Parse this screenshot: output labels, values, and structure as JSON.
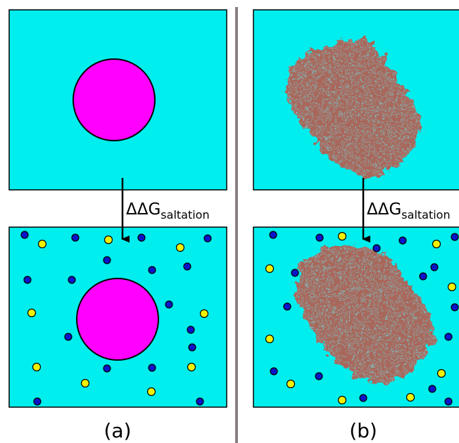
{
  "panel_a": {
    "caption": "(a)",
    "arrow_label": {
      "base": "ΔΔG",
      "subscript": "saltation"
    },
    "before": {
      "box": "aqueous-solvent",
      "solute": "sphere"
    },
    "after": {
      "box": "aqueous-solvent-with-ions",
      "solute": "sphere"
    }
  },
  "panel_b": {
    "caption": "(b)",
    "arrow_label": {
      "base": "ΔΔG",
      "subscript": "saltation"
    },
    "before": {
      "box": "aqueous-solvent",
      "solute": "protein"
    },
    "after": {
      "box": "aqueous-solvent-with-ions",
      "solute": "protein"
    }
  },
  "colors": {
    "solvent": "#00eeee",
    "sphere": "#ff00ff",
    "protein": "#b85c50",
    "ion_blue": "#0a14c8",
    "ion_yellow": "#f2f200",
    "divider": "#8a7f86",
    "outline": "#000000"
  }
}
